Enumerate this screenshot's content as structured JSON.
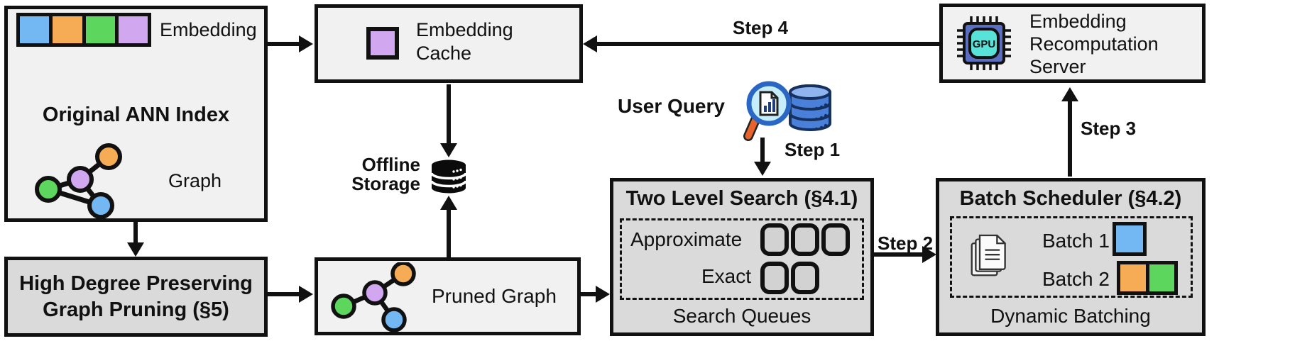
{
  "diagram": {
    "original_ann": {
      "embedding_label": "Embedding",
      "title": "Original ANN Index",
      "graph_label": "Graph"
    },
    "high_degree_pruning": {
      "line1": "High Degree Preserving",
      "line2": "Graph Pruning (§5)"
    },
    "embedding_cache": {
      "line1": "Embedding",
      "line2": "Cache"
    },
    "offline_storage": {
      "line1": "Offline",
      "line2": "Storage"
    },
    "pruned_graph": {
      "label": "Pruned Graph"
    },
    "user_query": {
      "label": "User Query"
    },
    "two_level_search": {
      "title": "Two Level Search (§4.1)",
      "approximate_label": "Approximate",
      "exact_label": "Exact",
      "caption": "Search Queues"
    },
    "batch_scheduler": {
      "title": "Batch Scheduler (§4.2)",
      "batch1_label": "Batch 1",
      "batch2_label": "Batch 2",
      "caption": "Dynamic Batching"
    },
    "recomputation_server": {
      "line1": "Embedding",
      "line2": "Recomputation",
      "line3": "Server",
      "gpu_label": "GPU"
    },
    "steps": {
      "step1": "Step 1",
      "step2": "Step 2",
      "step3": "Step 3",
      "step4": "Step 4"
    }
  },
  "colors": {
    "embedding_blue": "#73b8f2",
    "embedding_orange": "#f6ac54",
    "embedding_green": "#5cd65c",
    "embedding_purple": "#d1a7ef",
    "box_light": "#f1f1f1",
    "box_gray": "#dadada",
    "line_black": "#111111",
    "gpu_chip": "#5a6fc0",
    "gpu_core": "#58e3d9",
    "query_db_blue": "#4a80d9",
    "magnifier_rim": "#2a67c4",
    "magnifier_lens": "#c6eefa",
    "magnifier_handle": "#e8622c"
  }
}
